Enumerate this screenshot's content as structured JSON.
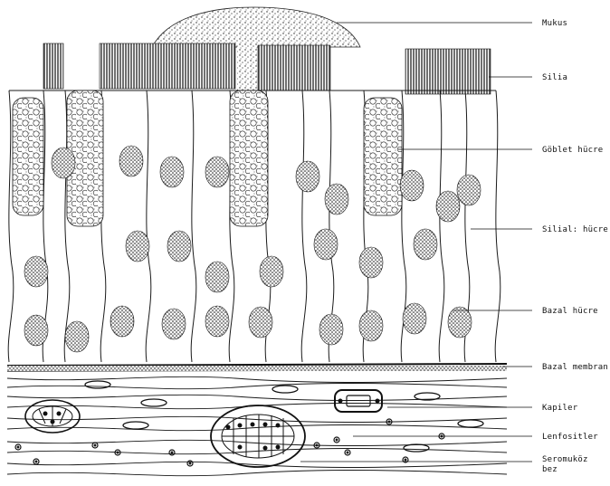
{
  "labels": {
    "mukus": "Mukus",
    "silia": "Silia",
    "goblet": "Göblet hücre",
    "silial": "Silial: hücre",
    "bazal_hucre": "Bazal hücre",
    "bazal_membran": "Bazal membran",
    "kapiler": "Kapiler",
    "lenfositler": "Lenfositler",
    "seromukoz": "Seromuköz",
    "bez": "bez"
  },
  "colors": {
    "ink": "#1a1a1a",
    "paper": "#ffffff"
  }
}
